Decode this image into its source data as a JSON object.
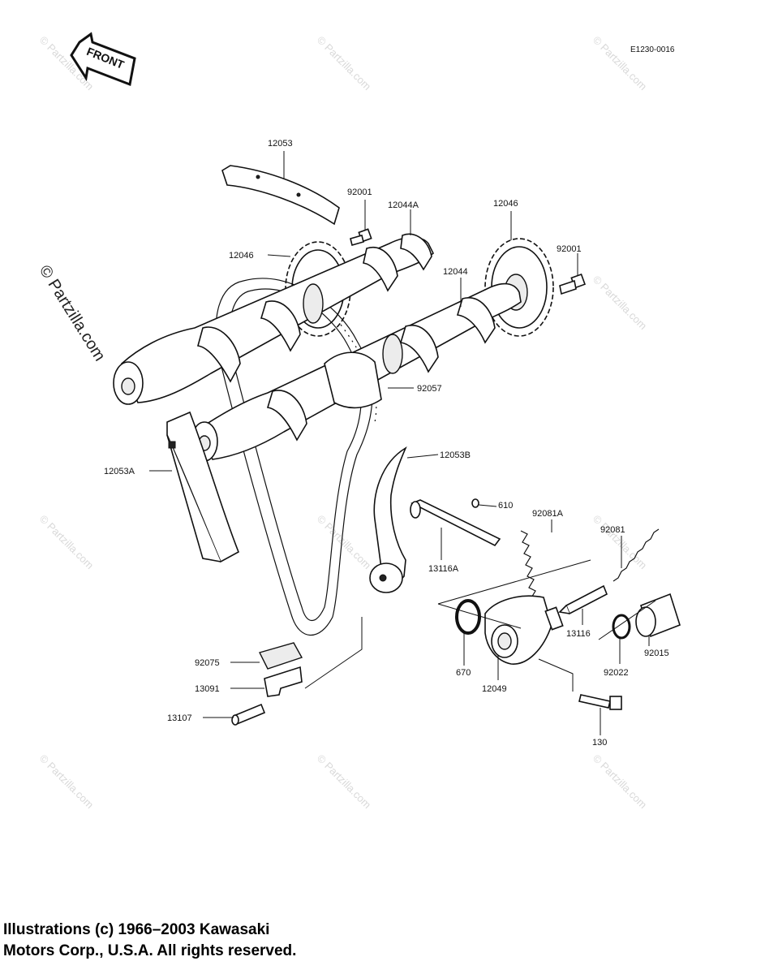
{
  "diagram_code": "E1230-0016",
  "front_label": "FRONT",
  "watermark_text": "© Partzilla.com",
  "copyright_lines": [
    "Illustrations (c) 1966–2003 Kawasaki",
    "Motors Corp., U.S.A.  All rights reserved."
  ],
  "parts": {
    "p12053": "12053",
    "p92001_a": "92001",
    "p12044A": "12044A",
    "p12046_b": "12046",
    "p12046_a": "12046",
    "p92001_b": "92001",
    "p12044": "12044",
    "p92057": "92057",
    "p12053B": "12053B",
    "p12053A": "12053A",
    "p610": "610",
    "p92081A": "92081A",
    "p92081": "92081",
    "p13116A": "13116A",
    "p13116": "13116",
    "p92015": "92015",
    "p670": "670",
    "p12049": "12049",
    "p92022": "92022",
    "p92075": "92075",
    "p13091": "13091",
    "p13107": "13107",
    "p130": "130"
  }
}
